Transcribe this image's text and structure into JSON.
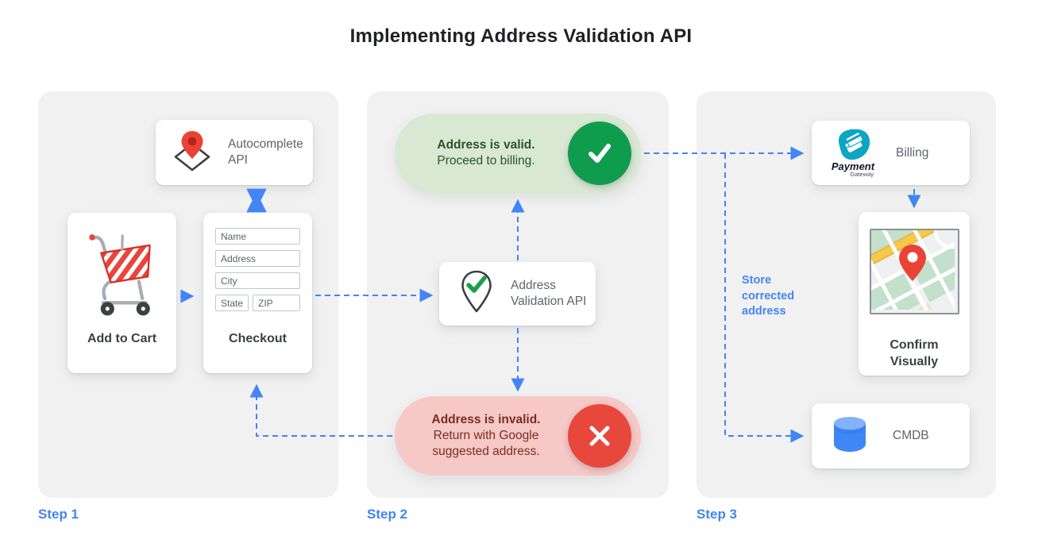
{
  "title": "Implementing Address Validation API",
  "step_labels": {
    "s1": "Step 1",
    "s2": "Step 2",
    "s3": "Step 3"
  },
  "step1": {
    "autocomplete_api": {
      "label": "Autocomplete API"
    },
    "add_to_cart": {
      "label": "Add to Cart"
    },
    "checkout": {
      "label": "Checkout",
      "fields": [
        {
          "placeholder": "Name"
        },
        {
          "placeholder": "Address"
        },
        {
          "placeholder": "City"
        },
        {
          "placeholder": "State"
        },
        {
          "placeholder": "ZIP"
        }
      ]
    }
  },
  "step2": {
    "valid_banner": {
      "headline": "Address is valid.",
      "subtext": "Proceed to billing."
    },
    "validation_api": {
      "label": "Address Validation API"
    },
    "invalid_banner": {
      "headline": "Address is invalid.",
      "subtext": "Return with Google suggested address."
    }
  },
  "step3": {
    "billing": {
      "label": "Billing",
      "logo_line1": "Payment",
      "logo_line2": "Gateway"
    },
    "confirm_visually": {
      "label": "Confirm Visually"
    },
    "cmdb": {
      "label": "CMDB"
    },
    "annotation": "Store corrected address"
  },
  "colors": {
    "accent_blue": "#4285f4",
    "success_green": "#109c4d",
    "error_red": "#e8483b",
    "valid_pill_bg": "#d8e8d3",
    "invalid_pill_bg": "#f6c8c6",
    "valid_text": "#2b5429",
    "invalid_text": "#7c2b24",
    "panel_bg": "#f1f1f1",
    "payment_logo_teal": "#0ba6c2"
  }
}
